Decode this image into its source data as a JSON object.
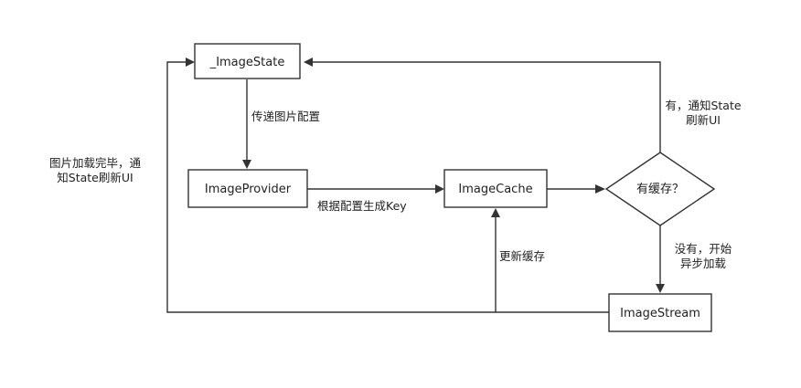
{
  "nodes": {
    "image_state": "_ImageState",
    "image_provider": "ImageProvider",
    "image_cache": "ImageCache",
    "image_stream": "ImageStream",
    "has_cache": "有缓存？"
  },
  "edges": {
    "pass_config": "传递图片配置",
    "gen_key": "根据配置生成Key",
    "has_cache_yes": [
      "有，通知State",
      "刷新UI"
    ],
    "no_cache": [
      "没有，开始",
      "异步加载"
    ],
    "update_cache": "更新缓存",
    "load_done": [
      "图片加载完毕，通",
      "知State刷新UI"
    ]
  }
}
